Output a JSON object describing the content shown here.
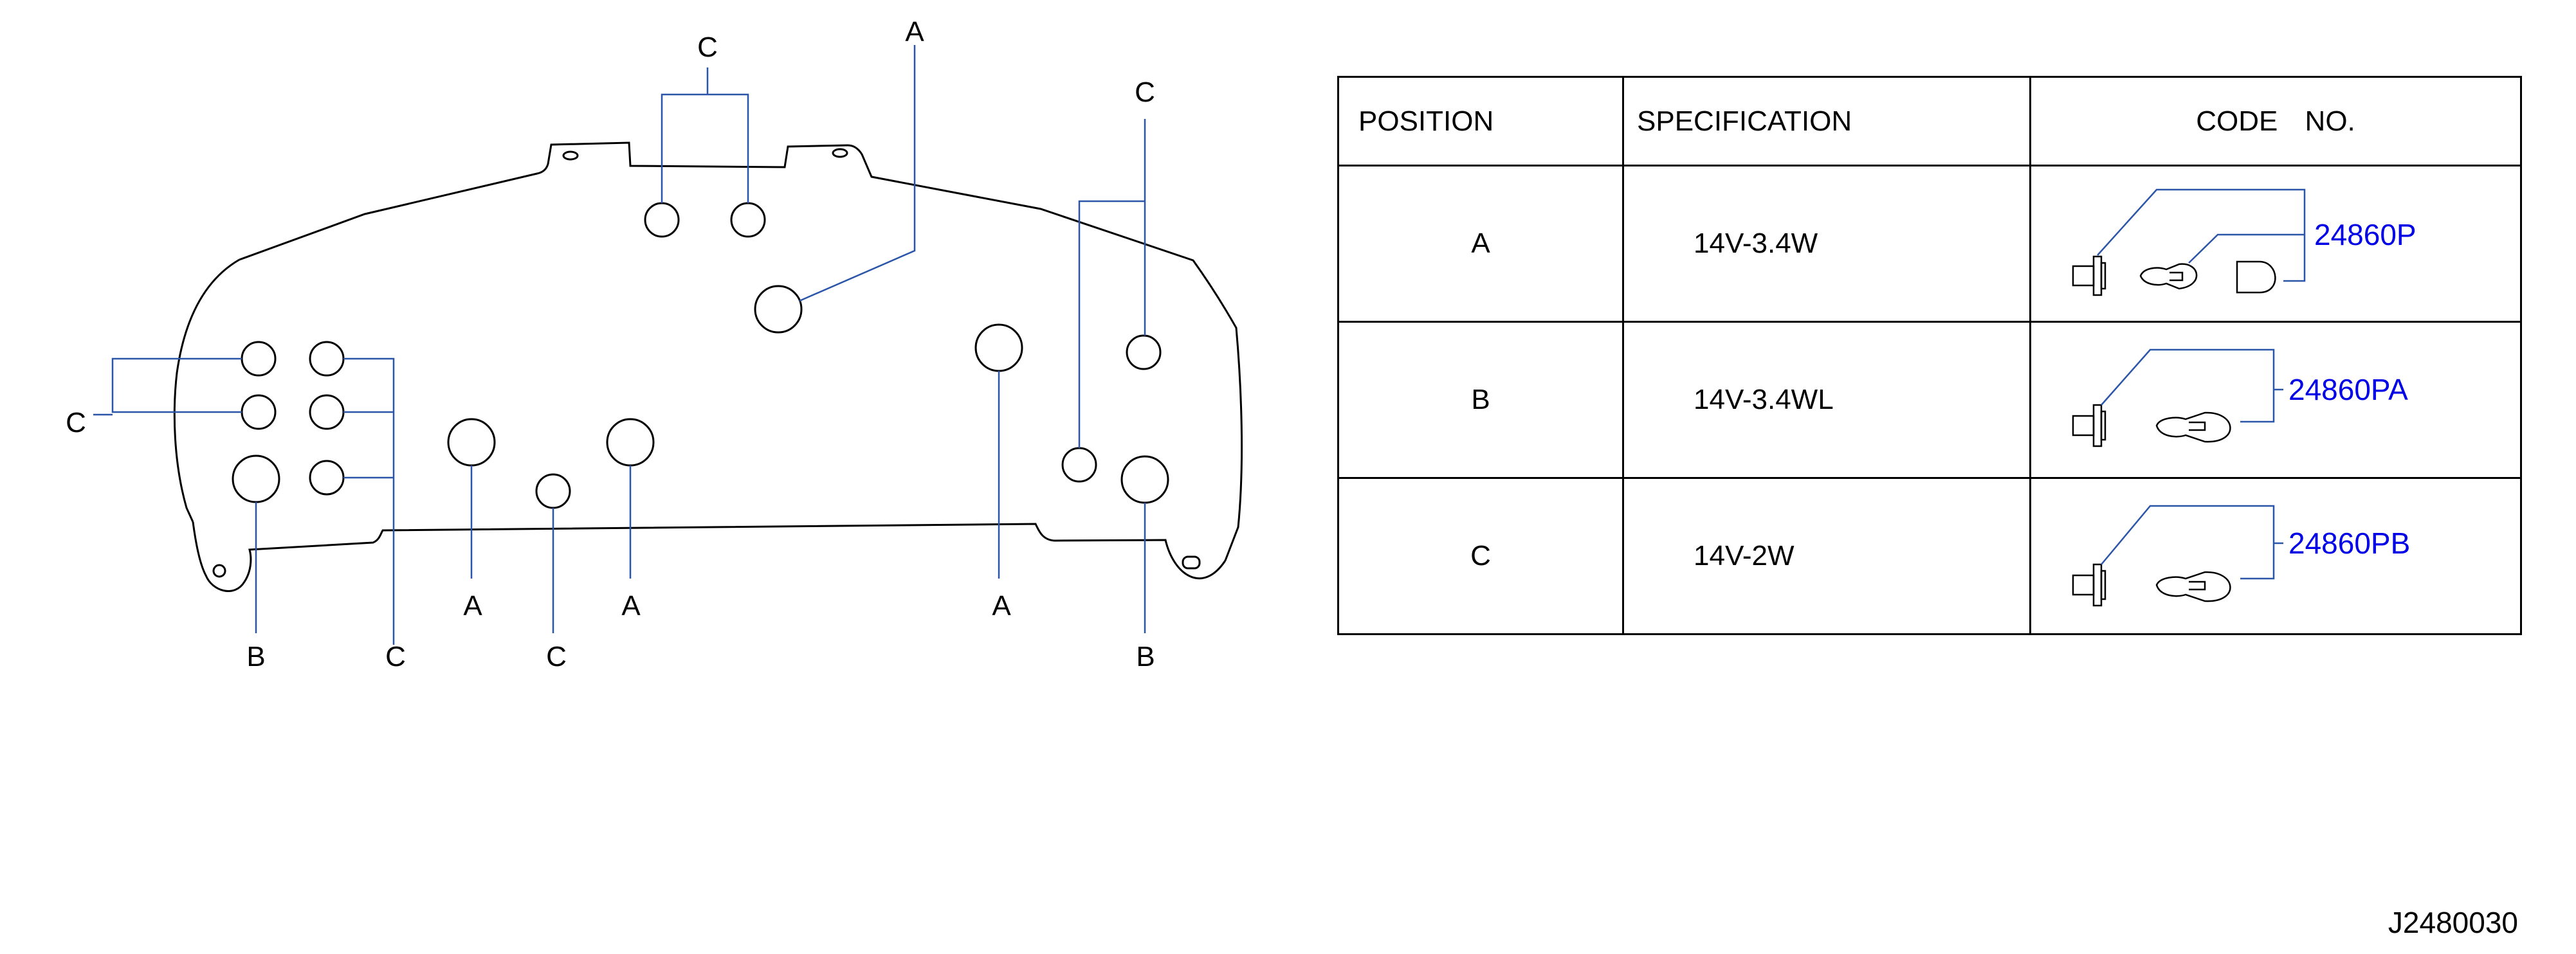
{
  "diagram": {
    "callouts": {
      "top_c": "C",
      "top_a": "A",
      "right_c": "C",
      "left_c": "C",
      "bottom": [
        "B",
        "C",
        "A",
        "C",
        "A",
        "A",
        "B"
      ]
    }
  },
  "table": {
    "headers": {
      "position": "POSITION",
      "specification": "SPECIFICATION",
      "code": "CODE NO."
    },
    "rows": [
      {
        "position": "A",
        "specification": "14V-3.4W",
        "code": "24860P"
      },
      {
        "position": "B",
        "specification": "14V-3.4WL",
        "code": "24860PA"
      },
      {
        "position": "C",
        "specification": "14V-2W",
        "code": "24860PB"
      }
    ]
  },
  "reference": "J2480030",
  "colors": {
    "leader": "#2b55a8",
    "outline": "#000000",
    "code_text": "#0000e6"
  }
}
